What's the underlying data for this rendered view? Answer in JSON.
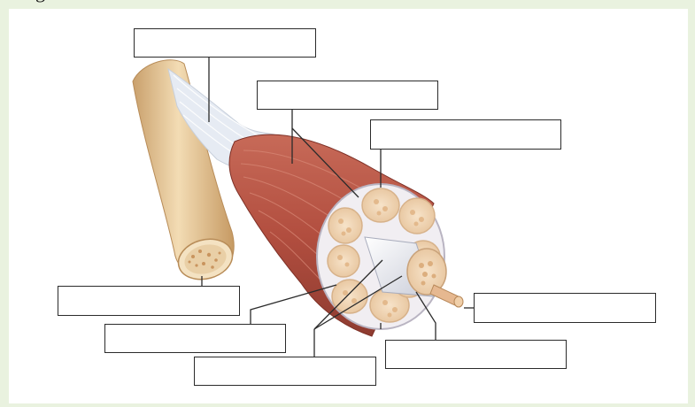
{
  "heading_fragment": "g",
  "label_boxes": [
    {
      "id": "tendon-label",
      "text": ""
    },
    {
      "id": "epimysium-label",
      "text": ""
    },
    {
      "id": "fascicle-label",
      "text": ""
    },
    {
      "id": "bone-label",
      "text": ""
    },
    {
      "id": "perimysium-label",
      "text": ""
    },
    {
      "id": "endomysium-label",
      "text": ""
    },
    {
      "id": "muscle-fiber-label",
      "text": ""
    },
    {
      "id": "blood-vessel-label",
      "text": ""
    }
  ],
  "colors": {
    "background_tint": "#e9f2df",
    "bone": "#e8c99a",
    "bone_shadow": "#c9a06c",
    "tendon": "#e9eef5",
    "muscle": "#b85545",
    "muscle_dark": "#8e3b30",
    "fascicle": "#f1d7b8",
    "sheath": "#eef0f6",
    "leader_lines": "#2b2b2b"
  }
}
